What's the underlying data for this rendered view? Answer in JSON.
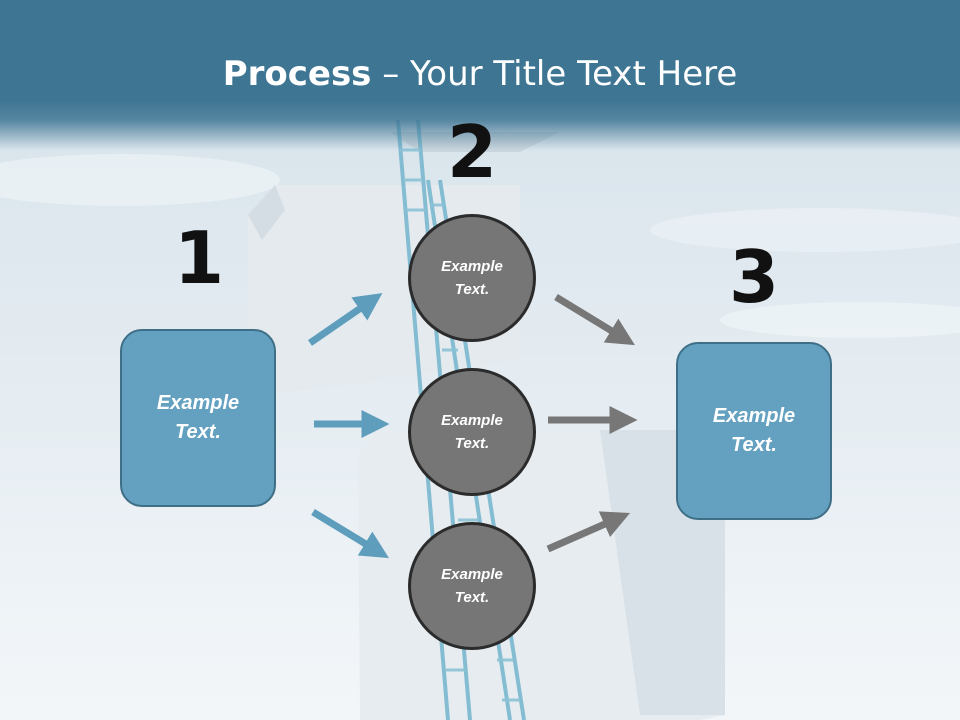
{
  "title": {
    "bold": "Process",
    "rest": " – Your Title Text Here"
  },
  "steps": {
    "one": {
      "number": "1",
      "box_text": "Example Text."
    },
    "two": {
      "number": "2",
      "circles": [
        "Example Text.",
        "Example Text.",
        "Example Text."
      ]
    },
    "three": {
      "number": "3",
      "box_text": "Example Text."
    }
  },
  "colors": {
    "title_band": "#3e7593",
    "box_fill": "#64a1c0",
    "circle_fill": "#767676",
    "blue_arrow": "#5e9dbc",
    "gray_arrow": "#777777"
  }
}
